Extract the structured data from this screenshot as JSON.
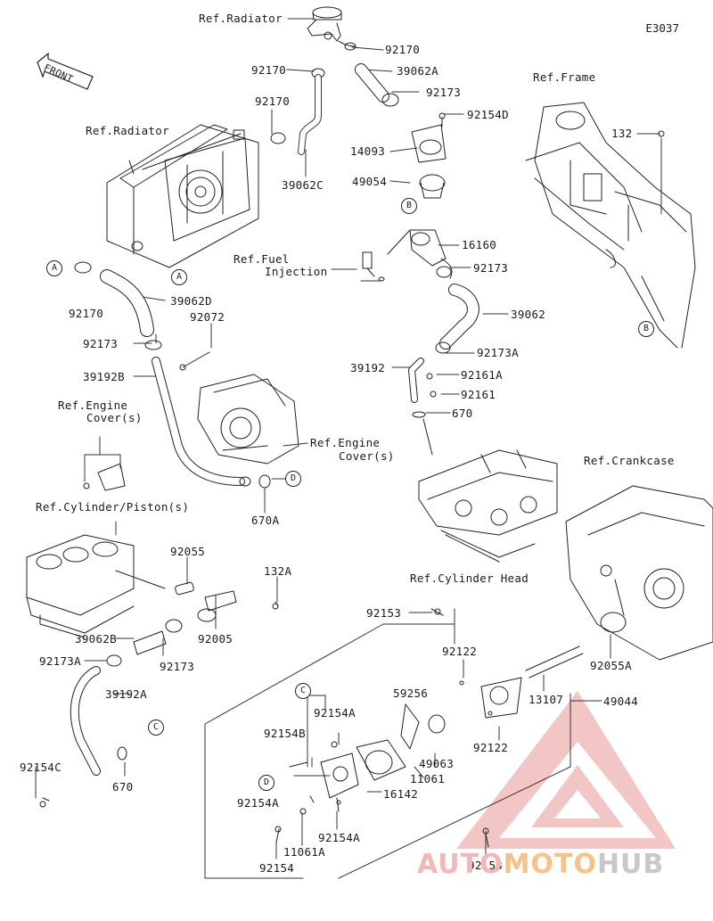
{
  "diagram_code": "E3037",
  "front_label": "FRONT",
  "watermark": {
    "part1": "AUTO",
    "part2": "MOTO",
    "part3": "HUB"
  },
  "refs": {
    "radiator_top": "Ref.Radiator",
    "radiator": "Ref.Radiator",
    "frame": "Ref.Frame",
    "fuel_injection_1": "Ref.Fuel",
    "fuel_injection_2": "Injection",
    "engine_cover_left_1": "Ref.Engine",
    "engine_cover_left_2": "Cover(s)",
    "engine_cover_right_1": "Ref.Engine",
    "engine_cover_right_2": "Cover(s)",
    "cylinder_piston": "Ref.Cylinder/Piston(s)",
    "crankcase": "Ref.Crankcase",
    "cylinder_head": "Ref.Cylinder Head"
  },
  "callouts": {
    "a": "A",
    "b": "B",
    "c": "C",
    "d": "D"
  },
  "parts": {
    "p92170_a": "92170",
    "p92170_b": "92170",
    "p92170_c": "92170",
    "p92170_d": "92170",
    "p39062A": "39062A",
    "p92173_a": "92173",
    "p92154D": "92154D",
    "p14093": "14093",
    "p49054": "49054",
    "p39062C": "39062C",
    "p132": "132",
    "p16160": "16160",
    "p92173_b": "92173",
    "p39062D": "39062D",
    "p39062": "39062",
    "p92072": "92072",
    "p92173_c": "92173",
    "p92173A_a": "92173A",
    "p39192B": "39192B",
    "p39192": "39192",
    "p92161A": "92161A",
    "p92161": "92161",
    "p670_a": "670",
    "p670A": "670A",
    "p92055": "92055",
    "p132A": "132A",
    "p92005": "92005",
    "p39062B": "39062B",
    "p92173A_b": "92173A",
    "p92173_d": "92173",
    "p39192A": "39192A",
    "p92154C": "92154C",
    "p670_b": "670",
    "p92153_a": "92153",
    "p92122_a": "92122",
    "p92055A": "92055A",
    "p59256": "59256",
    "p13107": "13107",
    "p49044": "49044",
    "p92154A_a": "92154A",
    "p92154B": "92154B",
    "p49063": "49063",
    "p92122_b": "92122",
    "p11061": "11061",
    "p16142": "16142",
    "p92154A_b": "92154A",
    "p92154A_c": "92154A",
    "p11061A": "11061A",
    "p92154": "92154",
    "p92153_b": "92153"
  }
}
